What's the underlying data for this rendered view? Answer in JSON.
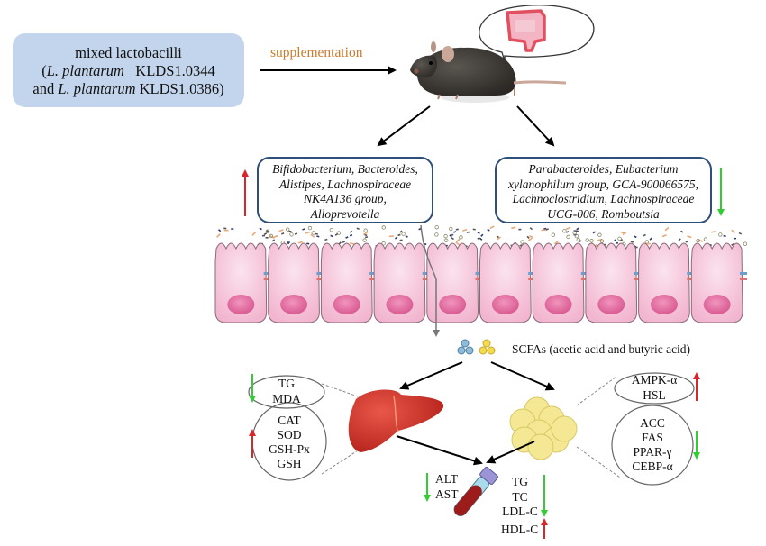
{
  "source": {
    "line1": "mixed lactobacilli",
    "line2_prefix": "(",
    "line2_species": "L.   plantarum",
    "line2_strain": "KLDS1.0344",
    "line3_prefix": "and ",
    "line3_species": "L. plantarum",
    "line3_strain": "KLDS1.0386)"
  },
  "supplementation_label": "supplementation",
  "mouse": {
    "label": "mouse-with-gut-thought-bubble"
  },
  "bacteria_increased": {
    "direction": "up",
    "lines": [
      "Bifidobacterium, Bacteroides,",
      "Alistipes, Lachnospiraceae",
      "NK4A136 group,",
      "Alloprevotella"
    ]
  },
  "bacteria_decreased": {
    "direction": "down",
    "lines": [
      "Parabacteroides, Eubacterium",
      "xylanophilum group, GCA-900066575,",
      "Lachnoclostridium, Lachnospiraceae",
      "UCG-006, Romboutsia"
    ]
  },
  "scfa_label": "SCFAs (acetic acid and butyric acid)",
  "liver": {
    "decreased": [
      "TG",
      "MDA"
    ],
    "increased": [
      "CAT",
      "SOD",
      "GSH-Px",
      "GSH"
    ]
  },
  "adipose": {
    "increased": [
      "AMPK-α",
      "HSL"
    ],
    "decreased": [
      "ACC",
      "FAS",
      "PPAR-γ",
      "CEBP-α"
    ]
  },
  "blood": {
    "left_decreased": [
      "ALT",
      "AST"
    ],
    "right_decreased": [
      "TG",
      "TC",
      "LDL-C"
    ],
    "right_increased": [
      "HDL-C"
    ]
  },
  "colors": {
    "up_arrow": "#d9262a",
    "down_arrow": "#33cc33",
    "source_box": "#c3d5ec",
    "box_border": "#2e4f7a",
    "supplementation": "#c97b2c",
    "cell_pink": "#f5c3d8",
    "nucleus": "#e472a3",
    "liver": "#d63a2f",
    "fat": "#f5e895",
    "scfa_blue": "#8fbcdb",
    "scfa_yellow": "#f3da4e"
  }
}
